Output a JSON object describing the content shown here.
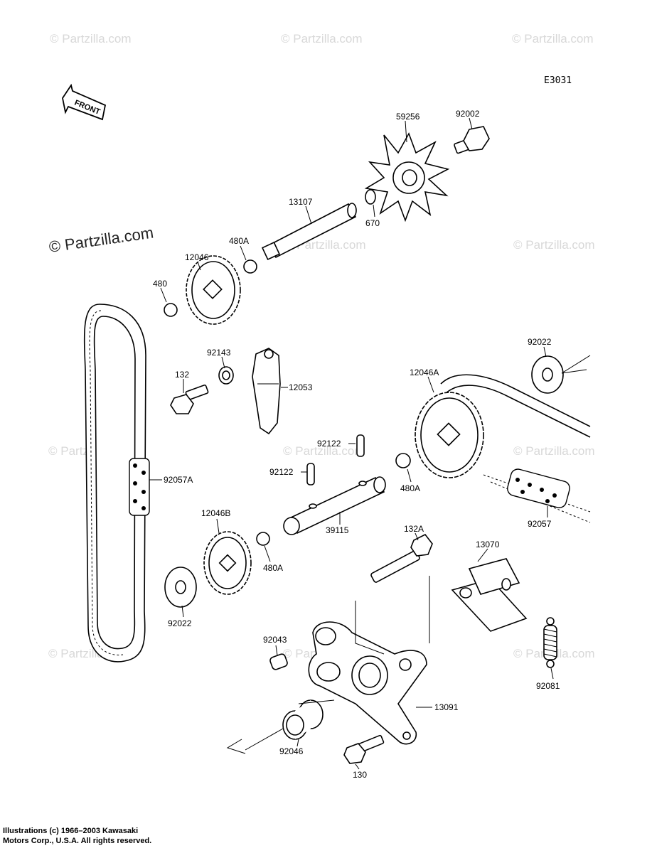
{
  "diagram_code": "E3031",
  "front_label": "FRONT",
  "watermark": "© Partzilla.com",
  "copyright": {
    "line1": "Illustrations (c) 1966–2003 Kawasaki",
    "line2": "Motors Corp., U.S.A.  All rights reserved."
  },
  "parts": {
    "p59256": "59256",
    "p92002": "92002",
    "p13107": "13107",
    "p670": "670",
    "p12046": "12046",
    "p480A_top": "480A",
    "p480": "480",
    "p92143": "92143",
    "p132": "132",
    "p12053": "12053",
    "p92022_right": "92022",
    "p12046A": "12046A",
    "p92122_a": "92122",
    "p92122_b": "92122",
    "p92057A": "92057A",
    "p480A_mid": "480A",
    "p39115": "39115",
    "p92057": "92057",
    "p12046B": "12046B",
    "p480A_low": "480A",
    "p132A": "132A",
    "p13070": "13070",
    "p92022_left": "92022",
    "p92043": "92043",
    "p92081": "92081",
    "p13091": "13091",
    "p92046": "92046",
    "p130": "130"
  }
}
